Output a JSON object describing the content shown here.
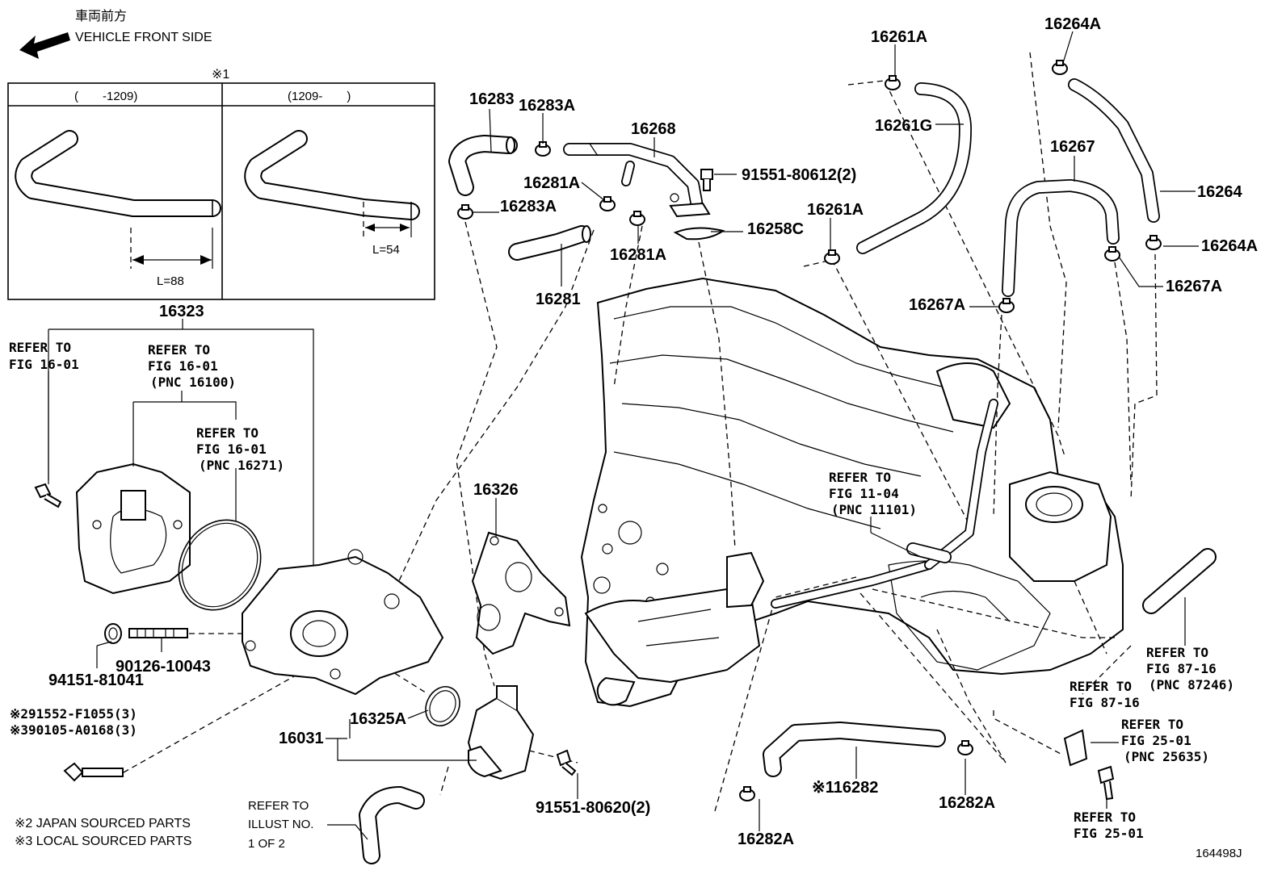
{
  "header": {
    "direction_jp": "車両前方",
    "direction_en": "VEHICLE FRONT SIDE"
  },
  "inset": {
    "marker": "※1",
    "col1_header": "(　　-1209)",
    "col2_header": "(1209-　　)",
    "dim1": "L=88",
    "dim2": "L=54"
  },
  "callouts": {
    "p16323": "16323",
    "p16283": "16283",
    "p16283A_top": "16283A",
    "p16283A_left": "16283A",
    "p16268": "16268",
    "p91551_80612": "91551-80612(2)",
    "p16281A_a": "16281A",
    "p16281A_b": "16281A",
    "p16258C": "16258C",
    "p16281": "16281",
    "p16261A_top": "16261A",
    "p16261G": "16261G",
    "p16261A_mid": "16261A",
    "p16264A_top": "16264A",
    "p16267": "16267",
    "p16264": "16264",
    "p16264A_right": "16264A",
    "p16267A_left": "16267A",
    "p16267A_right": "16267A",
    "p16326": "16326",
    "p94151_81041": "94151-81041",
    "p90126_10043": "90126-10043",
    "p16031": "16031",
    "p16325A": "16325A",
    "p91551_80620": "91551-80620(2)",
    "p16282": "※116282",
    "p16282A_left": "16282A",
    "p16282A_right": "16282A",
    "figure_code": "164498J"
  },
  "references": {
    "r1_l1": "REFER TO",
    "r1_l2": "FIG 16-01",
    "r2_l1": "REFER TO",
    "r2_l2": "FIG 16-01",
    "r2_l3": "(PNC 16100)",
    "r3_l1": "REFER TO",
    "r3_l2": "FIG 16-01",
    "r3_l3": "(PNC 16271)",
    "r4_l1": "REFER TO",
    "r4_l2": "FIG 11-04",
    "r4_l3": "(PNC 11101)",
    "r5_l1": "REFER TO",
    "r5_l2": "FIG 87-16",
    "r5_l3": "(PNC 87246)",
    "r6_l1": "REFER TO",
    "r6_l2": "FIG 87-16",
    "r7_l1": "REFER TO",
    "r7_l2": "FIG 25-01",
    "r7_l3": "(PNC 25635)",
    "r8_l1": "REFER TO",
    "r8_l2": "FIG 25-01",
    "r9_l1": "REFER TO",
    "r9_l2": "ILLUST NO.",
    "r9_l3": "1 OF 2"
  },
  "notes": {
    "bolt_a": "※291552-F1055(3)",
    "bolt_b": "※390105-A0168(3)",
    "note2": "※2 JAPAN SOURCED PARTS",
    "note3": "※3 LOCAL SOURCED PARTS"
  }
}
